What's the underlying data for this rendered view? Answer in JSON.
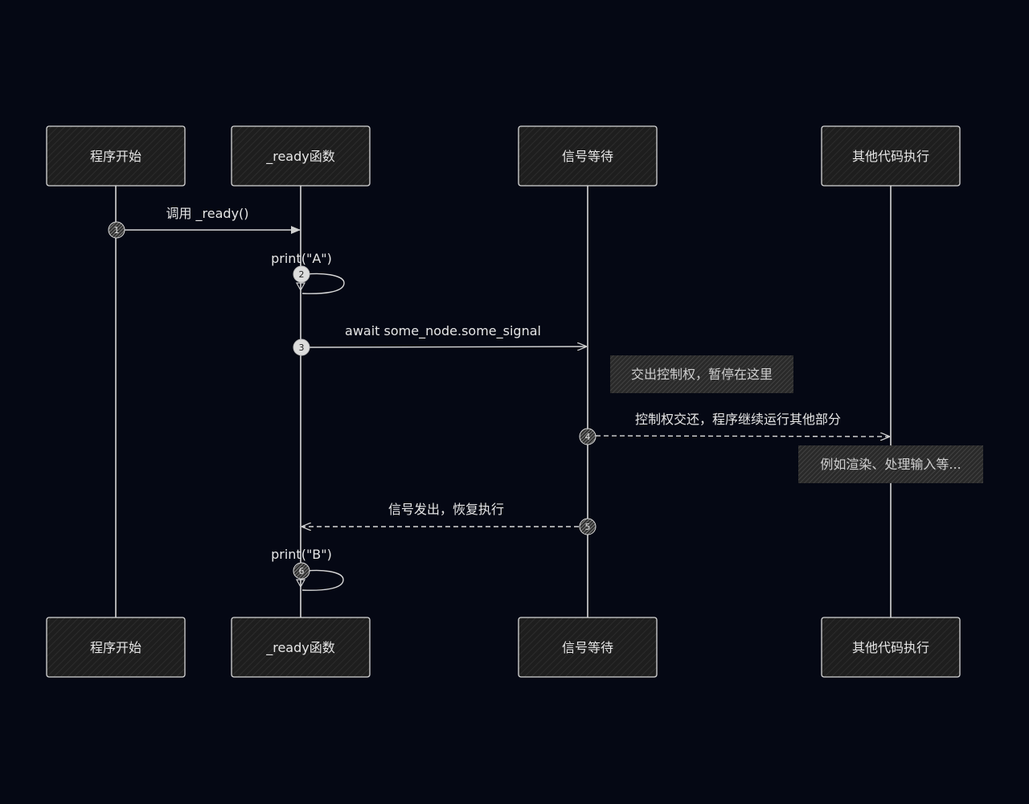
{
  "participants": [
    {
      "name": "程序开始"
    },
    {
      "name": "_ready函数"
    },
    {
      "name": "信号等待"
    },
    {
      "name": "其他代码执行"
    }
  ],
  "messages": [
    {
      "step": "1",
      "label": "调用 _ready()",
      "style": "solid"
    },
    {
      "step": "2",
      "label": "print(\"A\")",
      "style": "self"
    },
    {
      "step": "3",
      "label": "await some_node.some_signal",
      "style": "solid"
    },
    {
      "step": "4",
      "label": "控制权交还，程序继续运行其他部分",
      "style": "dashed"
    },
    {
      "step": "5",
      "label": "信号发出，恢复执行",
      "style": "dashed"
    },
    {
      "step": "6",
      "label": "print(\"B\")",
      "style": "self"
    }
  ],
  "notes": [
    {
      "text": "交出控制权，暂停在这里"
    },
    {
      "text": "例如渲染、处理输入等..."
    }
  ],
  "colors": {
    "background": "#050814",
    "box_fill": "#1e1e1e",
    "stroke": "#d8d8d8"
  }
}
